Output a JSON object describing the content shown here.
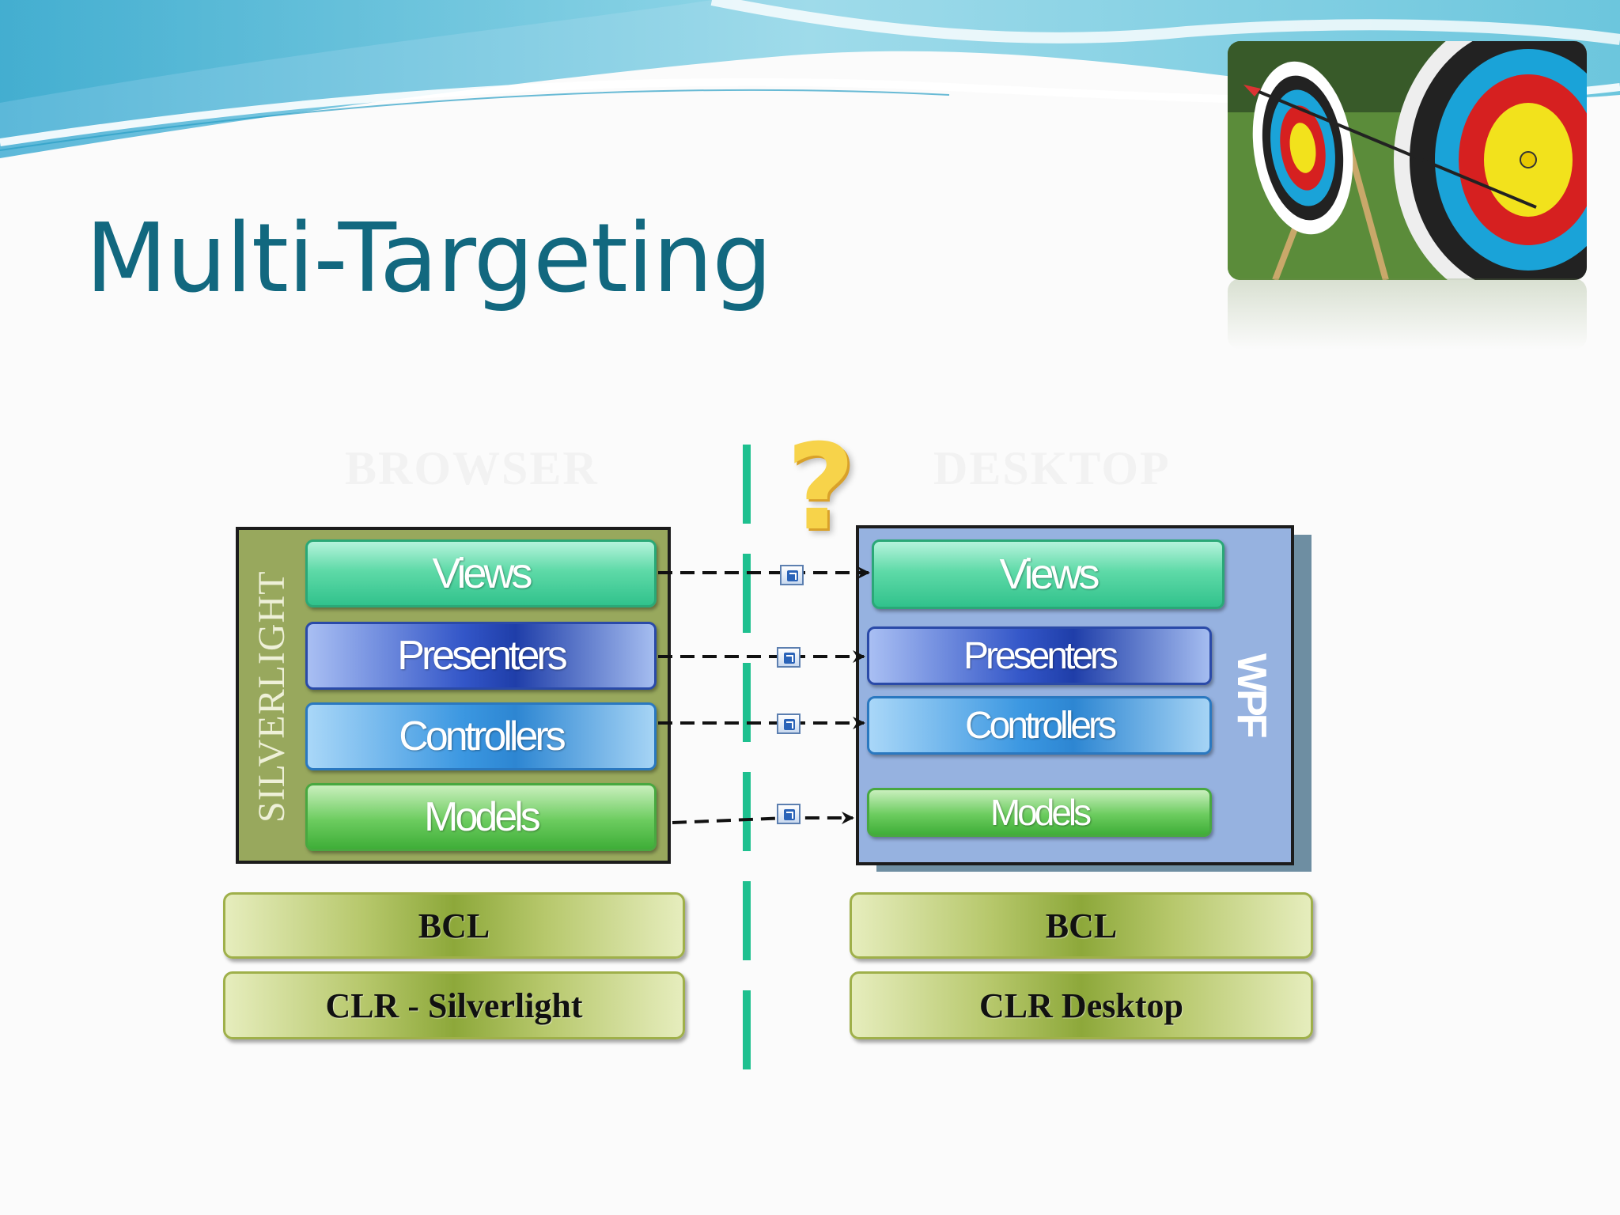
{
  "slide": {
    "title": "Multi-Targeting"
  },
  "columns": {
    "browser_header": "BROWSER",
    "desktop_header": "DESKTOP"
  },
  "silverlight": {
    "label": "SILVERLIGHT",
    "layers": [
      "Views",
      "Presenters",
      "Controllers",
      "Models"
    ],
    "bcl": "BCL",
    "clr": "CLR - Silverlight"
  },
  "wpf": {
    "label": "WPF",
    "layers": [
      "Views",
      "Presenters",
      "Controllers",
      "Models"
    ],
    "bcl": "BCL",
    "clr": "CLR Desktop"
  },
  "question_mark": "?",
  "colors": {
    "title": "#12687f",
    "divider": "#1ec08f",
    "silverlight_box": "#98a85d",
    "wpf_box": "#96b2e0",
    "question_mark": "#f7d34a"
  },
  "icons": [
    "archery-target-photo",
    "shortcut-link-icon",
    "question-mark-icon"
  ]
}
